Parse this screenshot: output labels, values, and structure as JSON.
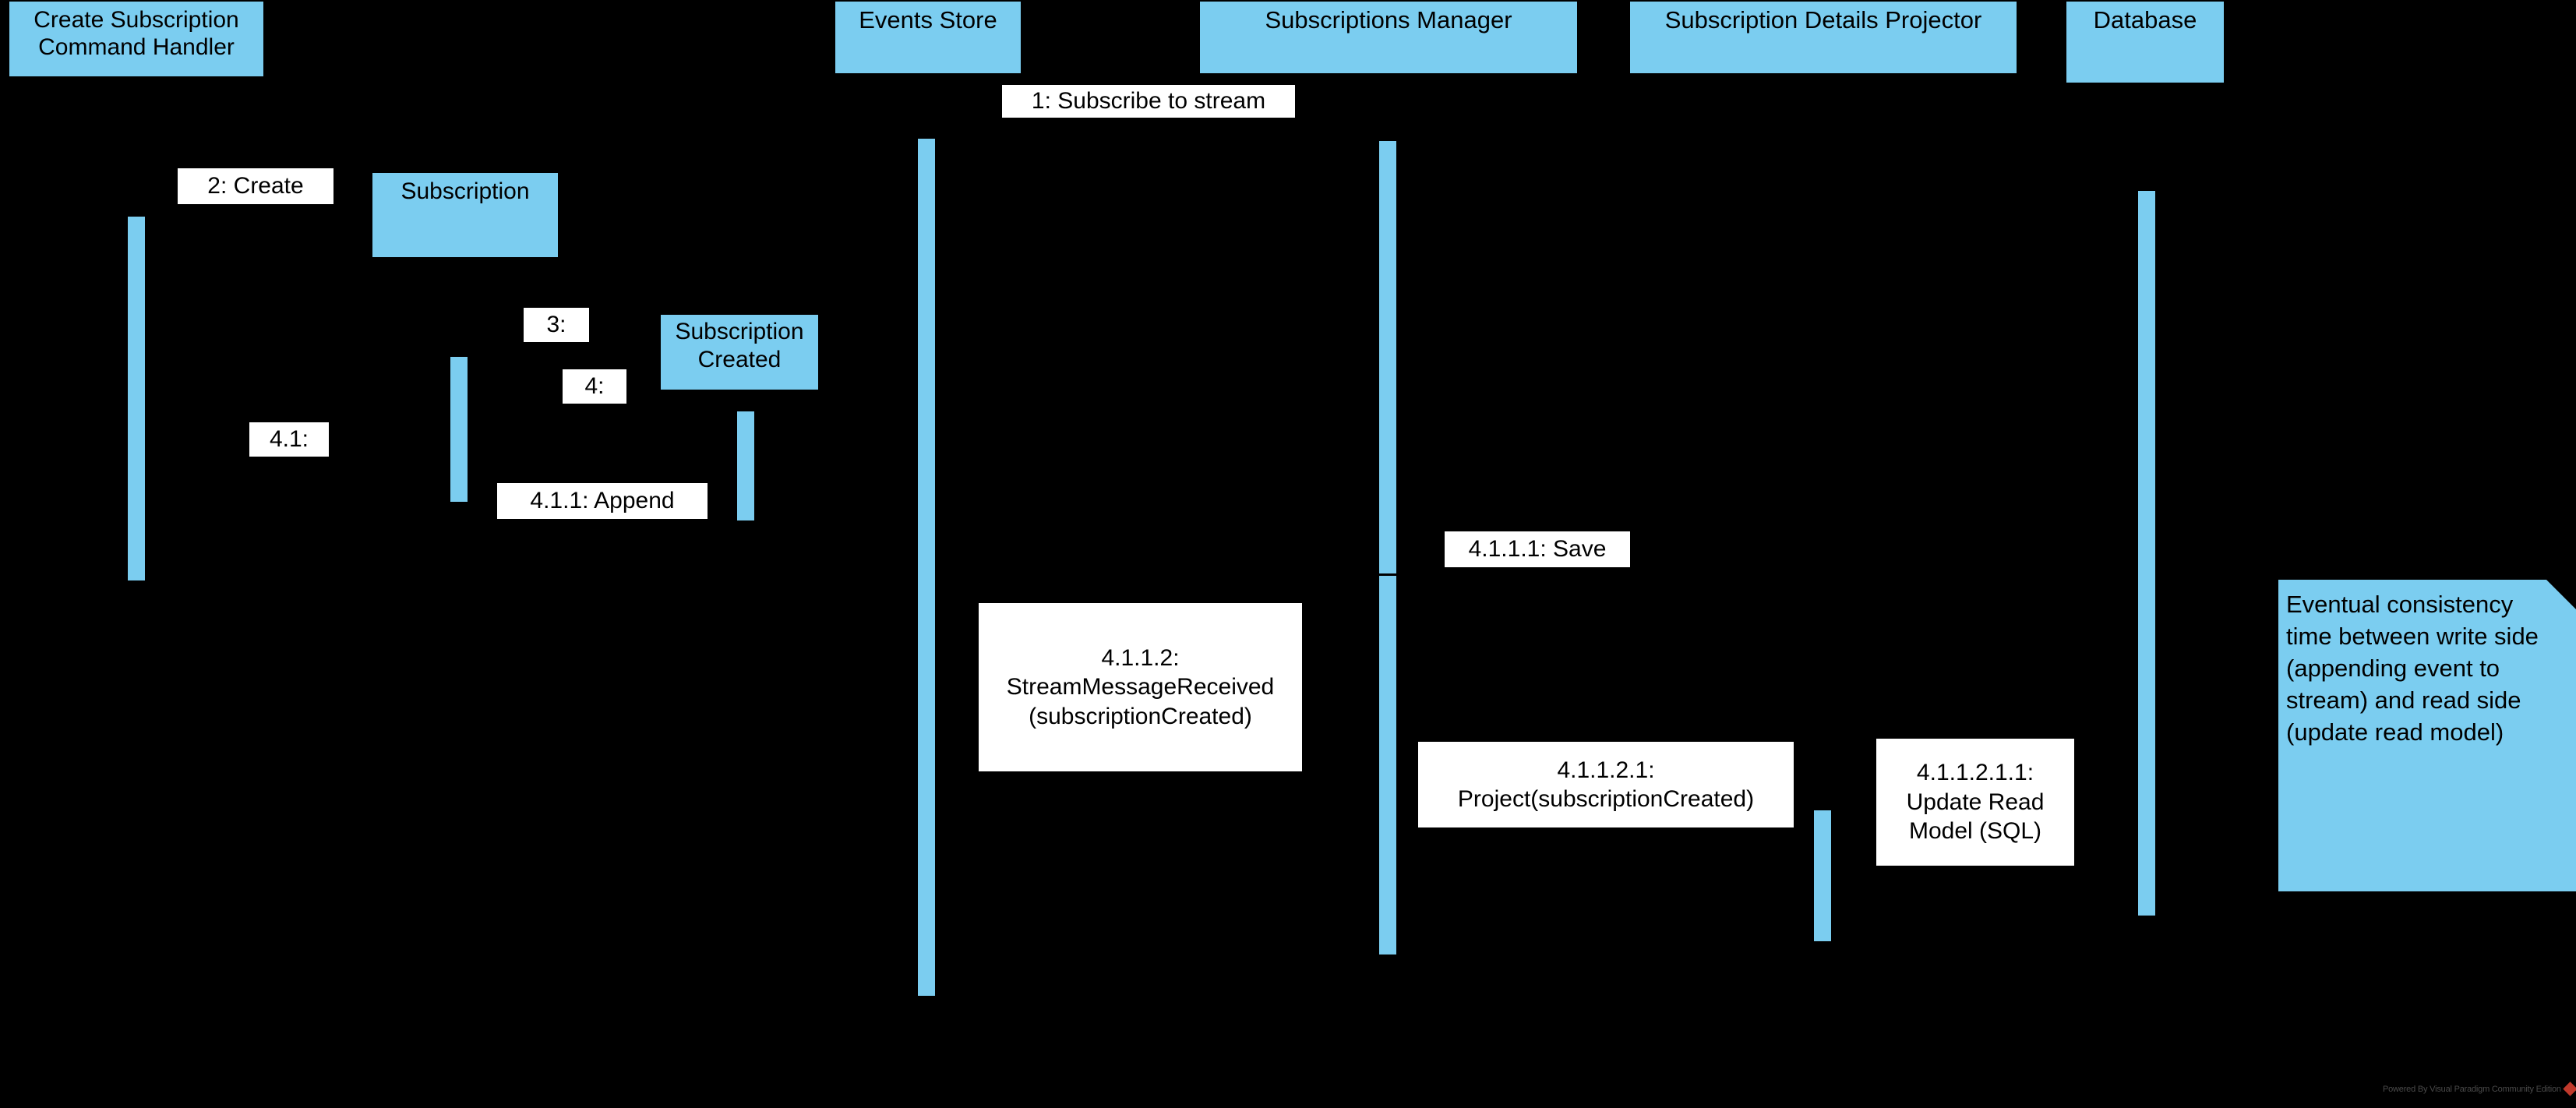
{
  "diagram": {
    "type": "uml-sequence-diagram",
    "background_color": "#000000",
    "accent_color": "#7BCDF0",
    "label_background": "#FFFFFF",
    "text_color": "#000000"
  },
  "lifelines": [
    {
      "id": "create-subscription-command-handler",
      "label": "Create Subscription\nCommand Handler"
    },
    {
      "id": "events-store",
      "label": "Events Store"
    },
    {
      "id": "subscriptions-manager",
      "label": "Subscriptions Manager"
    },
    {
      "id": "subscription-details-projector",
      "label": "Subscription Details Projector"
    },
    {
      "id": "database",
      "label": "Database"
    }
  ],
  "objects": [
    {
      "id": "subscription",
      "label": "Subscription"
    },
    {
      "id": "subscription-created",
      "label": "Subscription Created"
    }
  ],
  "messages": [
    {
      "id": "m1",
      "label": "1: Subscribe to stream"
    },
    {
      "id": "m2",
      "label": "2: Create"
    },
    {
      "id": "m3",
      "label": "3:"
    },
    {
      "id": "m4",
      "label": "4:"
    },
    {
      "id": "m41",
      "label": "4.1:"
    },
    {
      "id": "m411",
      "label": "4.1.1: Append"
    },
    {
      "id": "m4111",
      "label": "4.1.1.1: Save"
    },
    {
      "id": "m4112",
      "label": "4.1.1.2:\nStreamMessageReceived\n(subscriptionCreated)"
    },
    {
      "id": "m41121",
      "label": "4.1.1.2.1:\nProject(subscriptionCreated)"
    },
    {
      "id": "m411211",
      "label": "4.1.1.2.1.1:\nUpdate Read\nModel (SQL)"
    }
  ],
  "note": {
    "id": "eventual-consistency-note",
    "text": "Eventual consistency time between write side (appending event to stream) and read side (update read model)"
  },
  "watermark": {
    "text": "Powered By Visual Paradigm Community Edition",
    "logo_color": "#C0392B"
  }
}
